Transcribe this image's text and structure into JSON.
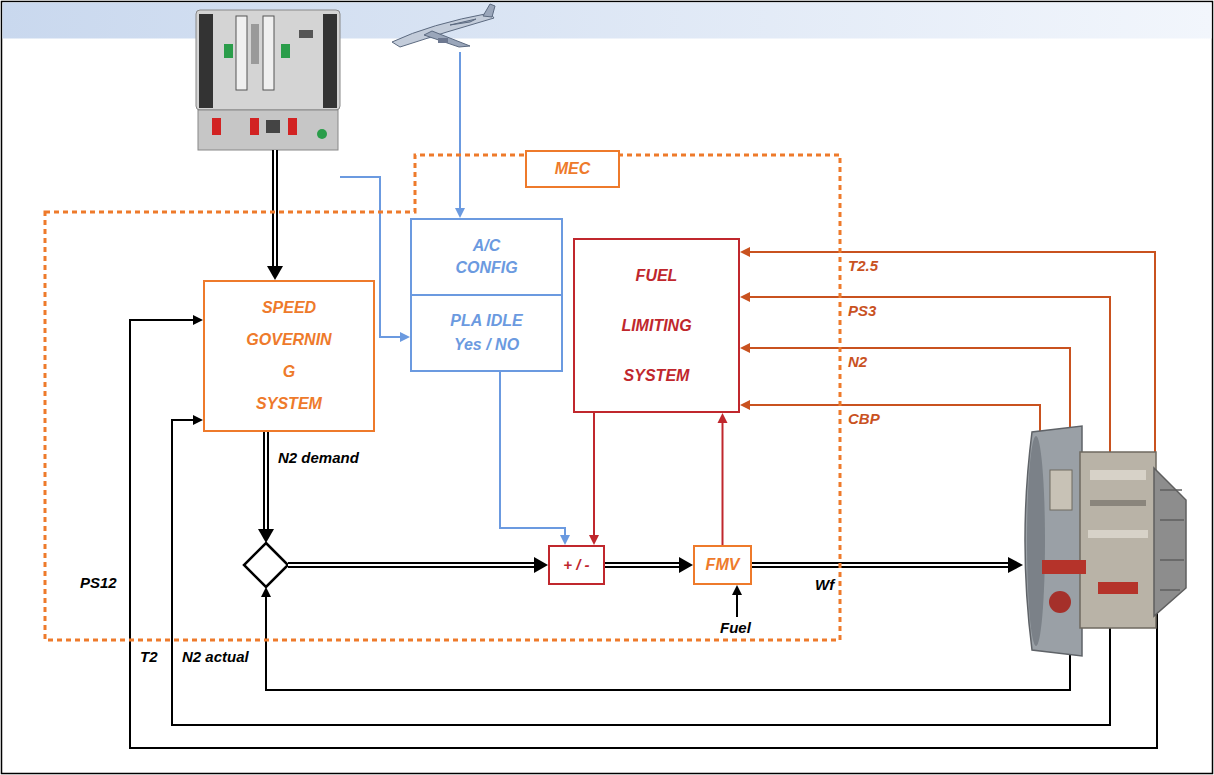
{
  "diagram": {
    "nodes": [
      {
        "text": [
          "MEC"
        ]
      },
      {
        "text": [
          "SPEED GOVERNIN G SYSTEM"
        ],
        "in": 0
      },
      {
        "text": [
          "A/C CONFIG"
        ],
        "in": 0
      },
      {
        "text": [
          "PLA IDLE Yes / NO"
        ],
        "in": 0
      },
      {
        "text": [
          "FUEL LIMITING SYSTEM"
        ],
        "in": 0
      },
      {
        "text": [
          "+ / -"
        ],
        "in": 0
      },
      {
        "text": [
          "FMV"
        ],
        "in": 0
      }
    ],
    "edges": [
      {
        "from": 1,
        "to": 5,
        "arrow": "to",
        "label": "N2 demand"
      },
      {
        "from": 3,
        "to": 5,
        "arrow": "to"
      },
      {
        "from": 4,
        "to": 5,
        "arrow": "to"
      },
      {
        "from": 5,
        "to": 6,
        "arrow": "to"
      },
      {
        "from": 6,
        "to": 4,
        "arrow": "to"
      }
    ],
    "labels": [
      "T2.5",
      "PS3",
      "N2",
      "CBP",
      "Wf",
      "Fuel",
      "N2 actual",
      "T2",
      "PS12"
    ]
  }
}
